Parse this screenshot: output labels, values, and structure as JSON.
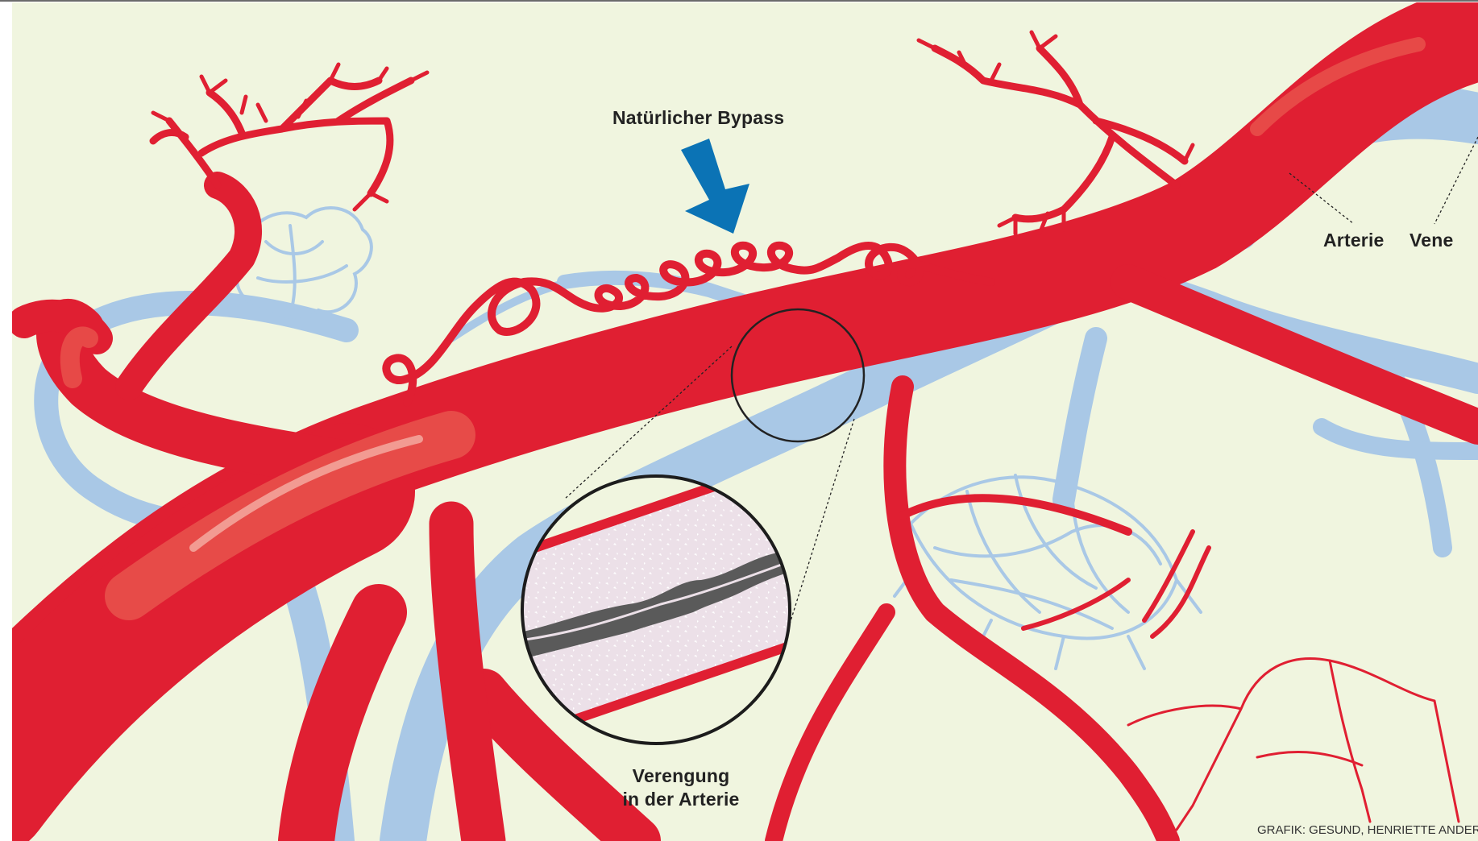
{
  "labels": {
    "bypass": "Natürlicher Bypass",
    "arterie": "Arterie",
    "vene": "Vene",
    "stenosis_line1": "Verengung",
    "stenosis_line2": "in der Arterie",
    "credit": "GRAFIK: GESUND, HENRIETTE ANDERS"
  },
  "colors": {
    "background": "#f0f5df",
    "artery": "#e01f32",
    "artery_highlight": "#e8544c",
    "vein": "#a9c8e6",
    "arrow": "#0b73b5",
    "vessel_wall": "#ece0e8",
    "plaque": "#5a5a5a"
  }
}
